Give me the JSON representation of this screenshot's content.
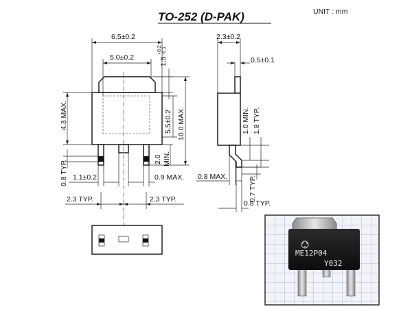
{
  "header": {
    "title": "TO-252 (D-PAK)",
    "unit": "UNIT : mm"
  },
  "front_view": {
    "overall_width": "6.5±0.2",
    "tab_width": "5.0±0.2",
    "tab_height": "1.5",
    "tab_height_tol_plus": "+0.2",
    "tab_height_tol_minus": "-0.1",
    "body_height": "4.3 MAX.",
    "inner_height": "5.5±0.2",
    "total_height": "10.0 MAX.",
    "lead_min": "2.0",
    "lead_min_suffix": "MIN.",
    "lead_typ": "0.8 TYP.",
    "lead_width": "1.1±0.2",
    "lead_max": "0.9 MAX.",
    "pitch_left": "2.3 TYP.",
    "pitch_right": "2.3 TYP."
  },
  "side_view": {
    "thickness": "2.3±0.2",
    "tab_thickness": "0.5±0.1",
    "min_label": "1.0 MIN.",
    "typ_label": "1.8 TYP.",
    "lead_max": "0.8 MAX.",
    "lead_typ": "0.7 TYP.",
    "bottom_typ": "0.8 TYP."
  },
  "photo": {
    "marking_line1": "ME12P04",
    "marking_line2": "Y032"
  }
}
